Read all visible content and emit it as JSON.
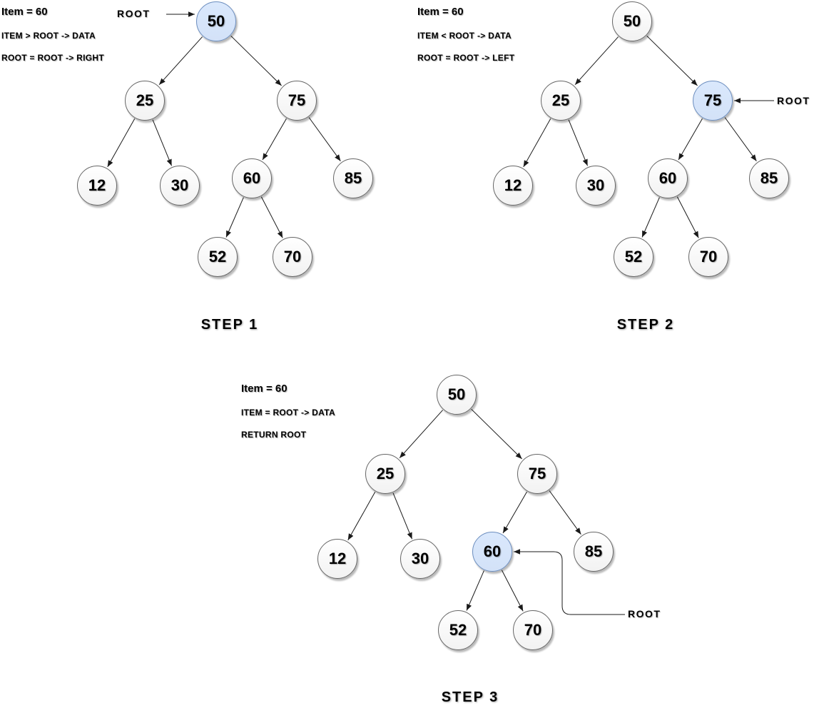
{
  "colors": {
    "highlight_fill": "#dae8fc",
    "highlight_border": "#6c8ebf",
    "node_border": "#666666",
    "arrow": "#1a1a1a"
  },
  "tree": {
    "node_values": [
      "50",
      "25",
      "75",
      "12",
      "30",
      "60",
      "85",
      "52",
      "70"
    ],
    "edges": [
      [
        "50",
        "25"
      ],
      [
        "50",
        "75"
      ],
      [
        "25",
        "12"
      ],
      [
        "25",
        "30"
      ],
      [
        "75",
        "60"
      ],
      [
        "75",
        "85"
      ],
      [
        "60",
        "52"
      ],
      [
        "60",
        "70"
      ]
    ]
  },
  "steps": [
    {
      "label": "STEP 1",
      "annotation": {
        "item": "Item = 60",
        "condition": "ITEM > ROOT -> DATA",
        "action": "ROOT = ROOT -> RIGHT"
      },
      "root_pointer": {
        "label": "ROOT",
        "target": "50"
      },
      "highlighted_node": "50"
    },
    {
      "label": "STEP 2",
      "annotation": {
        "item": "Item = 60",
        "condition": "ITEM < ROOT -> DATA",
        "action": "ROOT = ROOT -> LEFT"
      },
      "root_pointer": {
        "label": "ROOT",
        "target": "75"
      },
      "highlighted_node": "75"
    },
    {
      "label": "STEP 3",
      "annotation": {
        "item": "Item = 60",
        "condition": "ITEM = ROOT -> DATA",
        "action": "RETURN ROOT"
      },
      "root_pointer": {
        "label": "ROOT",
        "target": "60"
      },
      "highlighted_node": "60"
    }
  ]
}
